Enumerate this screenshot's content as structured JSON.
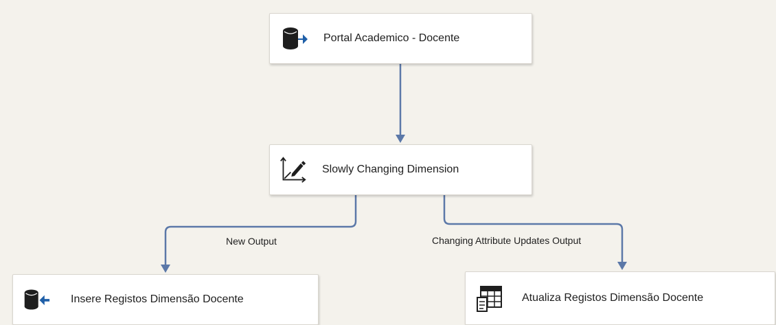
{
  "data_flow": {
    "nodes": {
      "source": {
        "label": "Portal Academico - Docente",
        "icon": "database-source-icon"
      },
      "scd": {
        "label": "Slowly Changing Dimension",
        "icon": "slowly-changing-dimension-icon"
      },
      "insert": {
        "label": "Insere Registos Dimensão Docente",
        "icon": "database-destination-icon"
      },
      "update": {
        "label": "Atualiza Registos Dimensão Docente",
        "icon": "ole-db-command-icon"
      }
    },
    "paths": {
      "new_output": "New Output",
      "changing_output": "Changing Attribute Updates Output"
    },
    "colors": {
      "connector": "#5b78a8",
      "background": "#f4f2ec",
      "arrow_blue": "#1f5fa8",
      "db_dark": "#1e1e1e"
    }
  }
}
